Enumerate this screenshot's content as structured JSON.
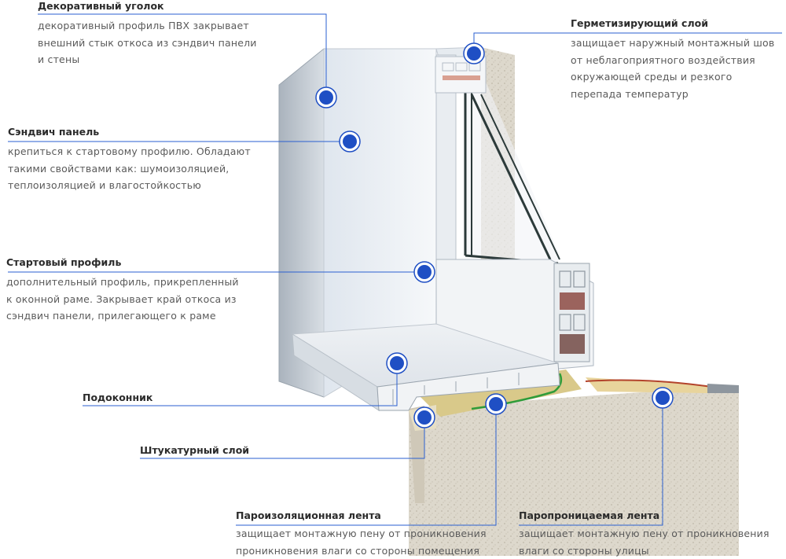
{
  "colors": {
    "accent": "#1f4fc4",
    "leader_line": "#2a5fd0",
    "wall_concrete": "#ddd8cc",
    "pvc_white": "#f3f5f7",
    "glass_edge": "#2c3a3a",
    "foam": "#d9c98a",
    "vapor_tape": "#c9a13d",
    "sealant_red": "#b3432b"
  },
  "callouts": {
    "decor_corner": {
      "title": "Декоративный уголок",
      "lines": [
        "декоративный профиль ПВХ закрывает",
        "внешний стык откоса из сэндвич панели",
        "и стены"
      ]
    },
    "sealing_layer": {
      "title": "Герметизирующий слой",
      "lines": [
        "защищает наружный монтажный шов",
        "от неблагоприятного воздействия",
        "окружающей среды и резкого",
        "перепада температур"
      ]
    },
    "sandwich_panel": {
      "title": "Сэндвич панель",
      "lines": [
        "крепиться к стартовому профилю. Обладают",
        "такими свойствами как: шумоизоляцией,",
        "теплоизоляцией и влагостойкостью"
      ]
    },
    "start_profile": {
      "title": "Стартовый профиль",
      "lines": [
        "дополнительный профиль, прикрепленный",
        "к оконной раме. Закрывает край откоса из",
        "сэндвич панели, прилегающего к раме"
      ]
    },
    "window_sill": {
      "title": "Подоконник"
    },
    "plaster_layer": {
      "title": "Штукатурный слой"
    },
    "vapor_barrier_tape": {
      "title": "Пароизоляционная лента",
      "lines": [
        "защищает монтажную пену от проникновения",
        "проникновения влаги со стороны помещения"
      ]
    },
    "vapor_permeable_tape": {
      "title": "Паропроницаемая лента",
      "lines": [
        "защищает монтажную пену от проникновения",
        "влаги со стороны улицы"
      ]
    }
  }
}
